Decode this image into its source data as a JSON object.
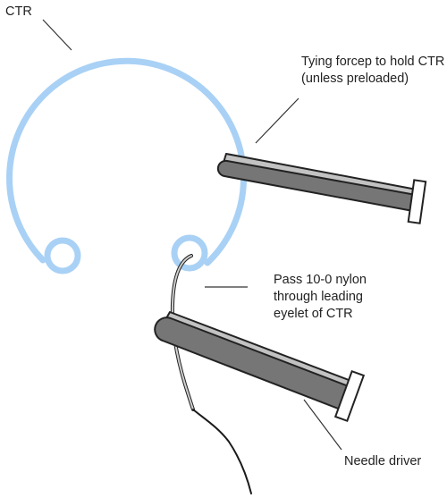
{
  "labels": {
    "ctr": "CTR",
    "forcep": [
      "Tying forcep to hold CTR",
      "(unless preloaded)"
    ],
    "pass": [
      "Pass 10-0 nylon",
      "through leading",
      "eyelet of CTR"
    ],
    "needle_driver": "Needle driver"
  },
  "colors": {
    "ring": "#a9d1f5",
    "instrument_dark": "#737373",
    "instrument_light": "#bdbdbd",
    "suture": "#1a1a1a",
    "leader": "#333333"
  }
}
